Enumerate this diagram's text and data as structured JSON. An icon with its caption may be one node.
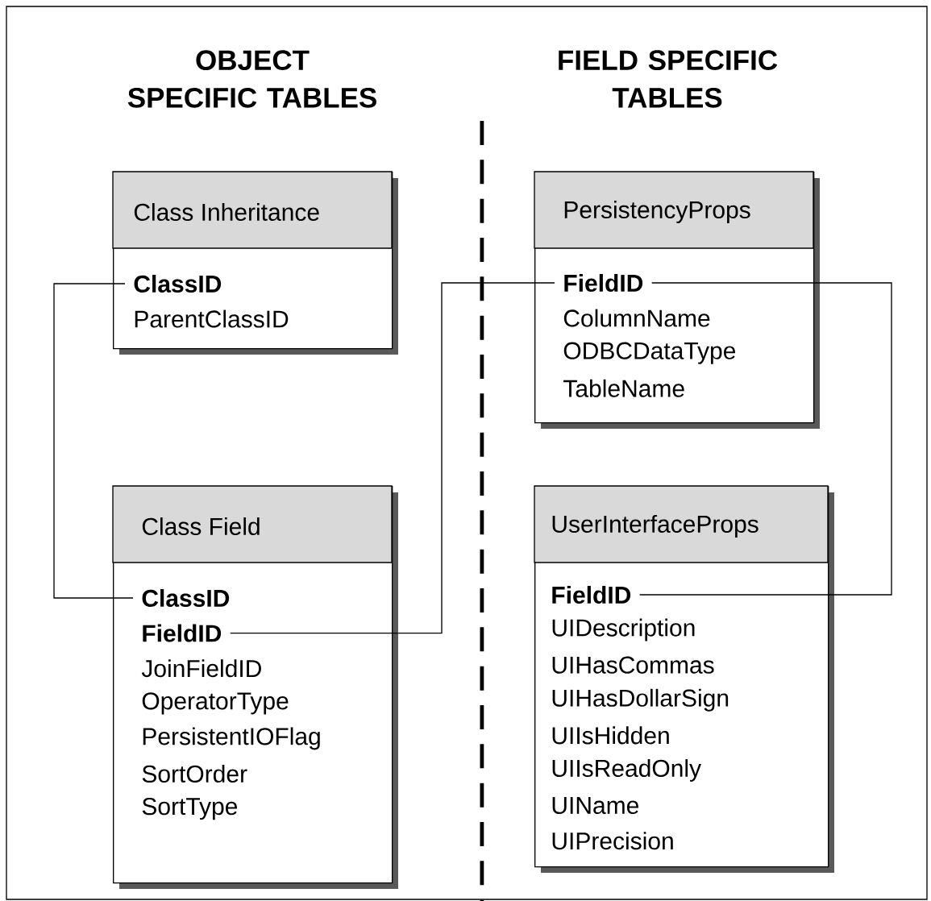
{
  "diagram": {
    "nodes": [
      {
        "text": [
          "Class Inheritance"
        ]
      },
      {
        "text": [
          "ClassID"
        ],
        "in": 0
      },
      {
        "text": [
          "ParentClassID"
        ],
        "in": 0
      },
      {
        "text": [
          "PersistencyProps"
        ]
      },
      {
        "text": [
          "FieldID"
        ],
        "in": 3
      },
      {
        "text": [
          "ColumnName"
        ],
        "in": 3
      },
      {
        "text": [
          "ODBCDataType"
        ],
        "in": 3
      },
      {
        "text": [
          "TableName"
        ],
        "in": 3
      },
      {
        "text": [
          "Class Field"
        ]
      },
      {
        "text": [
          "ClassID"
        ],
        "in": 8
      },
      {
        "text": [
          "FieldID"
        ],
        "in": 8
      },
      {
        "text": [
          "JoinFieldID"
        ],
        "in": 8
      },
      {
        "text": [
          "OperatorType"
        ],
        "in": 8
      },
      {
        "text": [
          "PersistentIOFlag"
        ],
        "in": 8
      },
      {
        "text": [
          "SortOrder"
        ],
        "in": 8
      },
      {
        "text": [
          "SortType"
        ],
        "in": 8
      },
      {
        "text": [
          "UserInterfaceProps"
        ]
      },
      {
        "text": [
          "FieldID"
        ],
        "in": 16
      },
      {
        "text": [
          "UIDescription"
        ],
        "in": 16
      },
      {
        "text": [
          "UIHasCommas"
        ],
        "in": 16
      },
      {
        "text": [
          "UIHasDollarSign"
        ],
        "in": 16
      },
      {
        "text": [
          "UIIsHidden"
        ],
        "in": 16
      },
      {
        "text": [
          "UIIsReadOnly"
        ],
        "in": 16
      },
      {
        "text": [
          "UIName"
        ],
        "in": 16
      },
      {
        "text": [
          "UIPrecision"
        ],
        "in": 16
      }
    ],
    "edges": [
      {
        "from": 1,
        "to": 9,
        "arrow": "none"
      },
      {
        "from": 10,
        "to": 4,
        "arrow": "none"
      },
      {
        "from": 4,
        "to": 17,
        "arrow": "none"
      }
    ],
    "labels": [
      "OBJECT SPECIFIC TABLES",
      "FIELD SPECIFIC TABLES"
    ]
  }
}
